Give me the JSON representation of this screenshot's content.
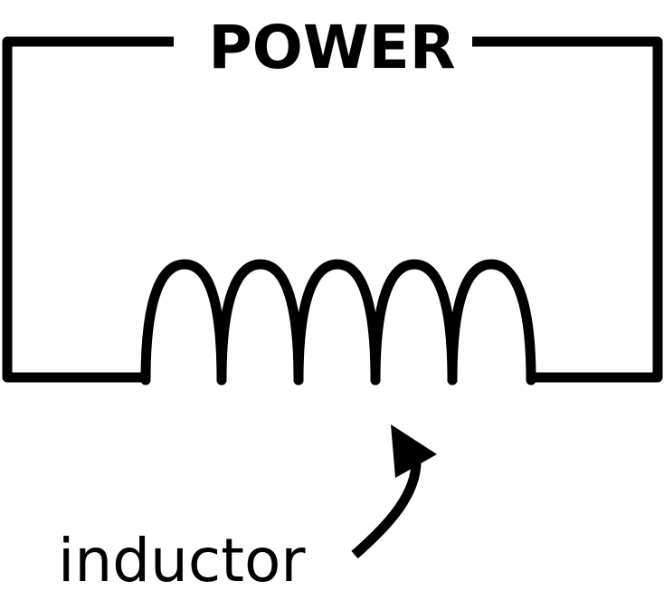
{
  "diagram": {
    "type": "circuit",
    "title": "POWER",
    "components": [
      {
        "kind": "power-source",
        "label": "POWER"
      },
      {
        "kind": "inductor",
        "label": "inductor",
        "turns": 5
      }
    ],
    "annotation": {
      "text": "inductor",
      "points_to": "inductor"
    },
    "colors": {
      "stroke": "#000000",
      "background": "#ffffff"
    }
  }
}
